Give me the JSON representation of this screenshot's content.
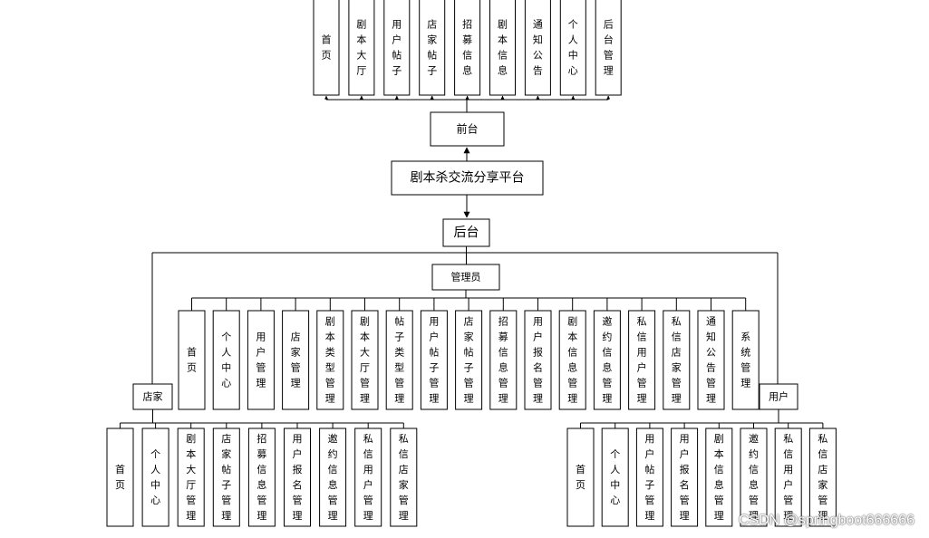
{
  "front": {
    "items": [
      "首页",
      "剧本大厅",
      "用户帖子",
      "店家帖子",
      "招募信息",
      "剧本信息",
      "通知公告",
      "个人中心",
      "后台管理"
    ],
    "label": "前台"
  },
  "root": {
    "label": "剧本杀交流分享平台"
  },
  "back": {
    "label": "后台"
  },
  "admin": {
    "label": "管理员",
    "items": [
      "首页",
      "个人中心",
      "用户管理",
      "店家管理",
      "剧本类型管理",
      "剧本大厅管理",
      "帖子类型管理",
      "用户帖子管理",
      "店家帖子管理",
      "招募信息管理",
      "用户报名管理",
      "剧本信息管理",
      "邀约信息管理",
      "私信用户管理",
      "私信店家管理",
      "通知公告管理",
      "系统管理"
    ]
  },
  "shop": {
    "label": "店家",
    "items": [
      "首页",
      "个人中心",
      "剧本大厅管理",
      "店家帖子管理",
      "招募信息管理",
      "用户报名管理",
      "邀约信息管理",
      "私信用户管理",
      "私信店家管理"
    ]
  },
  "user": {
    "label": "用户",
    "items": [
      "首页",
      "个人中心",
      "用户帖子管理",
      "用户报名管理",
      "剧本信息管理",
      "邀约信息管理",
      "私信用户管理",
      "私信店家管理"
    ]
  },
  "watermark": "CSDN @springboot666666"
}
